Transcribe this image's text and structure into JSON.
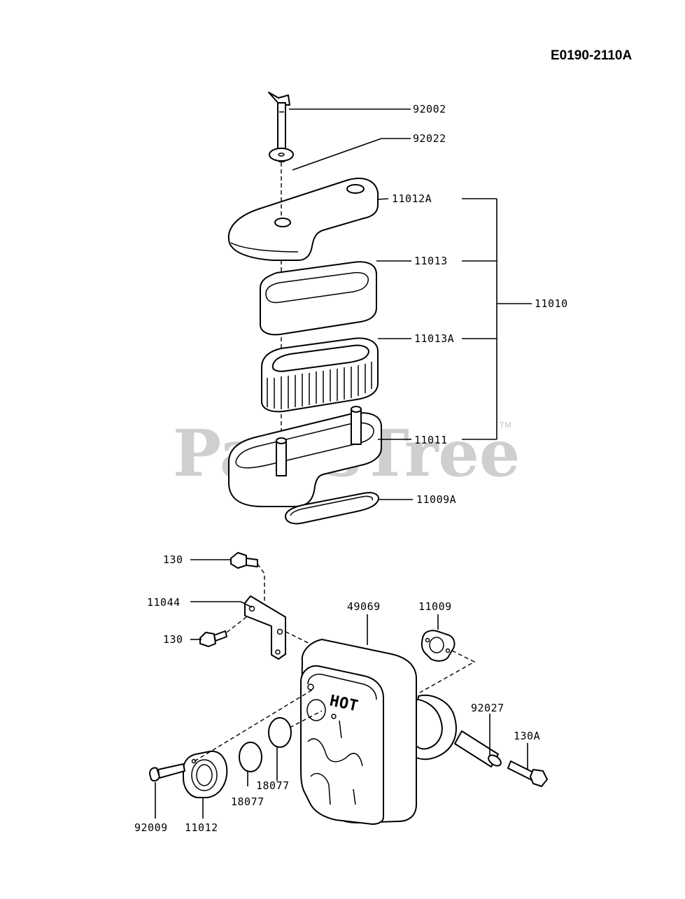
{
  "diagram_code": "E0190-2110A",
  "watermark": {
    "text": "PartsTree",
    "trademark": "TM"
  },
  "embossed_text": "HOT",
  "callouts": {
    "p92002": "92002",
    "p92022": "92022",
    "p11012A": "11012A",
    "p11013": "11013",
    "p11010": "11010",
    "p11013A": "11013A",
    "p11011": "11011",
    "p11009A": "11009A",
    "p130_top": "130",
    "p11044": "11044",
    "p130_mid": "130",
    "p49069": "49069",
    "p11009": "11009",
    "p92027": "92027",
    "p130A": "130A",
    "p18077_a": "18077",
    "p18077_b": "18077",
    "p92009": "92009",
    "p11012": "11012"
  }
}
